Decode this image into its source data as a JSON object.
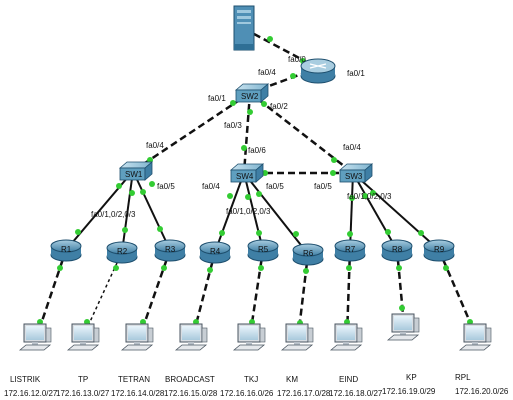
{
  "colors": {
    "link": "#111111",
    "port_dot": "#33cc33",
    "switch_body": "#5f9fbf",
    "router_body": "#6aa0c0",
    "server_body": "#4f8fb5"
  },
  "devices": {
    "server": {
      "icon": "server-icon"
    },
    "router0": {
      "icon": "router-icon"
    },
    "switches": [
      {
        "id": "sw2",
        "label": "SW2"
      },
      {
        "id": "sw1",
        "label": "SW1"
      },
      {
        "id": "sw4",
        "label": "SW4"
      },
      {
        "id": "sw3",
        "label": "SW3"
      }
    ],
    "routers": [
      {
        "id": "r1",
        "label": "R1"
      },
      {
        "id": "r2",
        "label": "R2"
      },
      {
        "id": "r3",
        "label": "R3"
      },
      {
        "id": "r4",
        "label": "R4"
      },
      {
        "id": "r5",
        "label": "R5"
      },
      {
        "id": "r6",
        "label": "R6"
      },
      {
        "id": "r7",
        "label": "R7"
      },
      {
        "id": "r8",
        "label": "R8"
      },
      {
        "id": "r9",
        "label": "R9"
      }
    ],
    "pcs": [
      {
        "id": "pc1",
        "name": "LISTRIK",
        "network": "172.16.12.0/27"
      },
      {
        "id": "pc2",
        "name": "TP",
        "network": "172.16.13.0/27"
      },
      {
        "id": "pc3",
        "name": "TETRAN",
        "network": "172.16.14.0/28"
      },
      {
        "id": "pc4",
        "name": "BROADCAST",
        "network": "172.16.15.0/28"
      },
      {
        "id": "pc5",
        "name": "TKJ",
        "network": "172.16.16.0/26"
      },
      {
        "id": "pc6",
        "name": "KM",
        "network": "172.16.17.0/28"
      },
      {
        "id": "pc7",
        "name": "EIND",
        "network": "172.16.18.0/27"
      },
      {
        "id": "pc8",
        "name": "KP",
        "network": "172.16.19.0/29"
      },
      {
        "id": "pc9",
        "name": "RPL",
        "network": "172.16.20.0/26"
      }
    ]
  },
  "port_labels": {
    "router0_fa00": "fa0/0",
    "router0_fa01": "fa0/1",
    "sw2_fa04": "fa0/4",
    "sw2_fa01": "fa0/1",
    "sw2_fa02": "fa0/2",
    "sw2_fa03": "fa0/3",
    "sw1_fa04": "fa0/4",
    "sw1_fa05": "fa0/5",
    "sw1_fa0123": "fa0/1,0/2,0/3",
    "sw4_fa06": "fa0/6",
    "sw4_fa04": "fa0/4",
    "sw4_fa05": "fa0/5",
    "sw4_fa0123": "fa0/1,0/2,0/3",
    "sw3_fa04": "fa0/4",
    "sw3_fa05": "fa0/5",
    "sw3_fa0123": "fa0/1,0/2,0/3"
  }
}
